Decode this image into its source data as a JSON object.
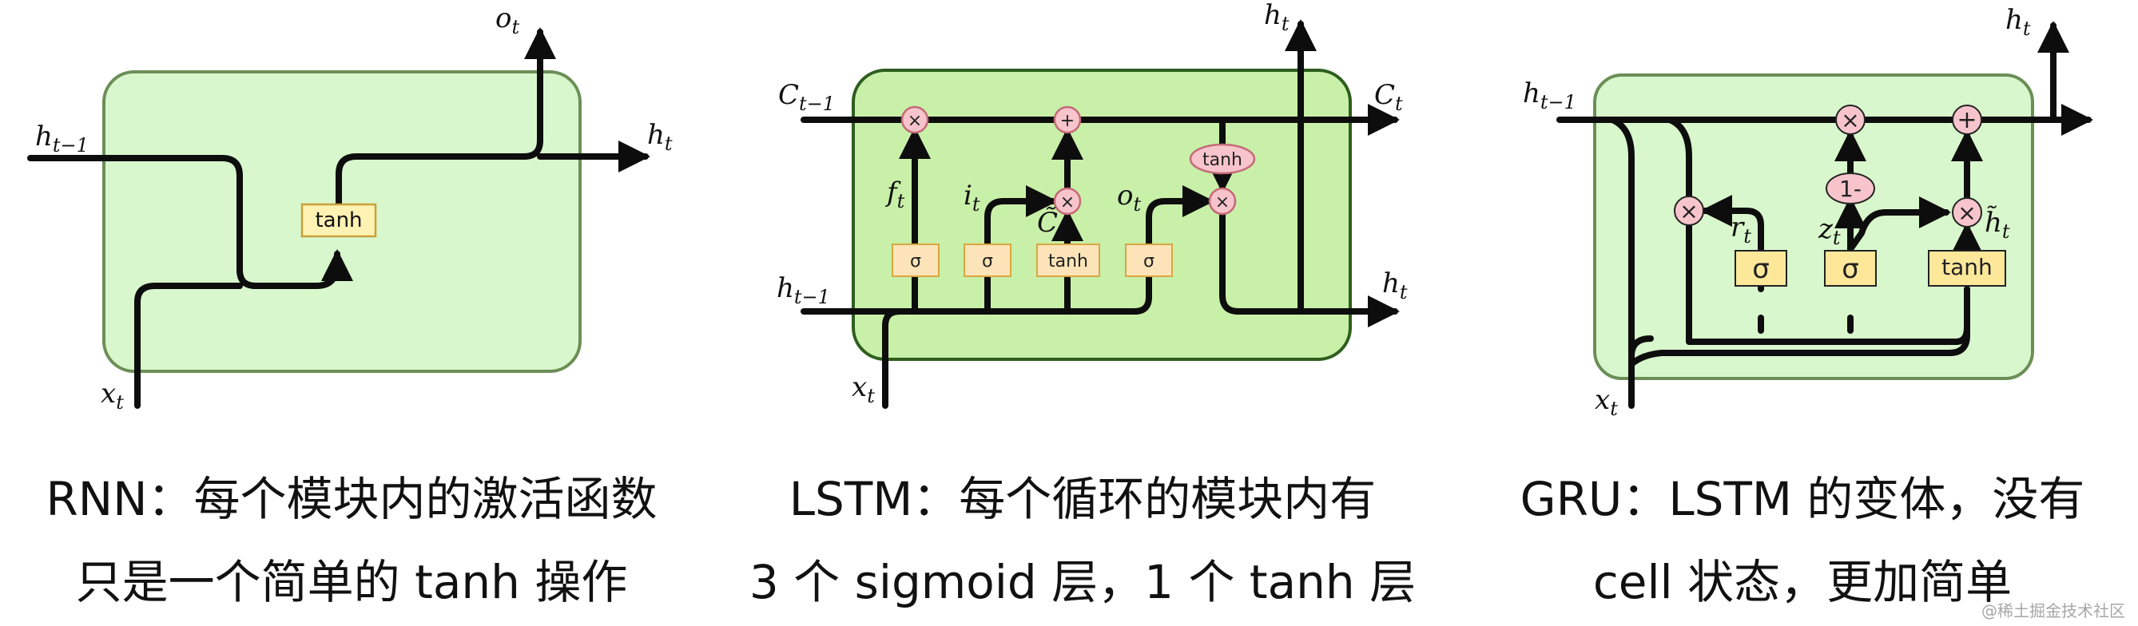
{
  "colors": {
    "cell_fill": "#d9f7cc",
    "cell_stroke": "#6b8f57",
    "gate_fill": "#fff2b3",
    "gate_stroke": "#c9a03a",
    "op_fill": "#f7c4cc",
    "op_stroke": "#c46a78",
    "line": "#0d0d0d"
  },
  "rnn": {
    "gate_label": "tanh",
    "label_o": "o",
    "label_o_sub": "t",
    "label_h": "h",
    "label_h_sub": "t",
    "label_hprev": "h",
    "label_hprev_sub": "t−1",
    "label_x": "x",
    "label_x_sub": "t",
    "caption_line1": "RNN：每个模块内的激活函数",
    "caption_line2": "只是一个简单的 tanh 操作"
  },
  "lstm": {
    "label_cprev": "C",
    "label_cprev_sub": "t−1",
    "label_c": "C",
    "label_c_sub": "t",
    "label_htop": "h",
    "label_htop_sub": "t",
    "label_hright": "h",
    "label_hright_sub": "t",
    "label_hprev": "h",
    "label_hprev_sub": "t−1",
    "label_x": "x",
    "label_x_sub": "t",
    "label_f": "f",
    "label_f_sub": "t",
    "label_i": "i",
    "label_i_sub": "t",
    "label_ctilde": "C̃",
    "label_ctilde_sub": "t",
    "label_o": "o",
    "label_o_sub": "t",
    "op_mul": "×",
    "op_add": "+",
    "tanh_oval": "tanh",
    "gate_sigma": "σ",
    "gate_tanh": "tanh",
    "caption_line1": "LSTM：每个循环的模块内有",
    "caption_line2": "3 个 sigmoid 层，1 个 tanh 层"
  },
  "gru": {
    "label_htop": "h",
    "label_htop_sub": "t",
    "label_hprev": "h",
    "label_hprev_sub": "t−1",
    "label_x": "x",
    "label_x_sub": "t",
    "label_r": "r",
    "label_r_sub": "t",
    "label_z": "z",
    "label_z_sub": "t",
    "label_htilde": "h̃",
    "label_htilde_sub": "t",
    "op_mul": "×",
    "op_add": "+",
    "op_one_minus": "1-",
    "gate_sigma": "σ",
    "gate_tanh": "tanh",
    "caption_line1": "GRU：LSTM 的变体，没有",
    "caption_line2": "cell 状态，更加简单"
  },
  "watermark": "@稀土掘金技术社区"
}
